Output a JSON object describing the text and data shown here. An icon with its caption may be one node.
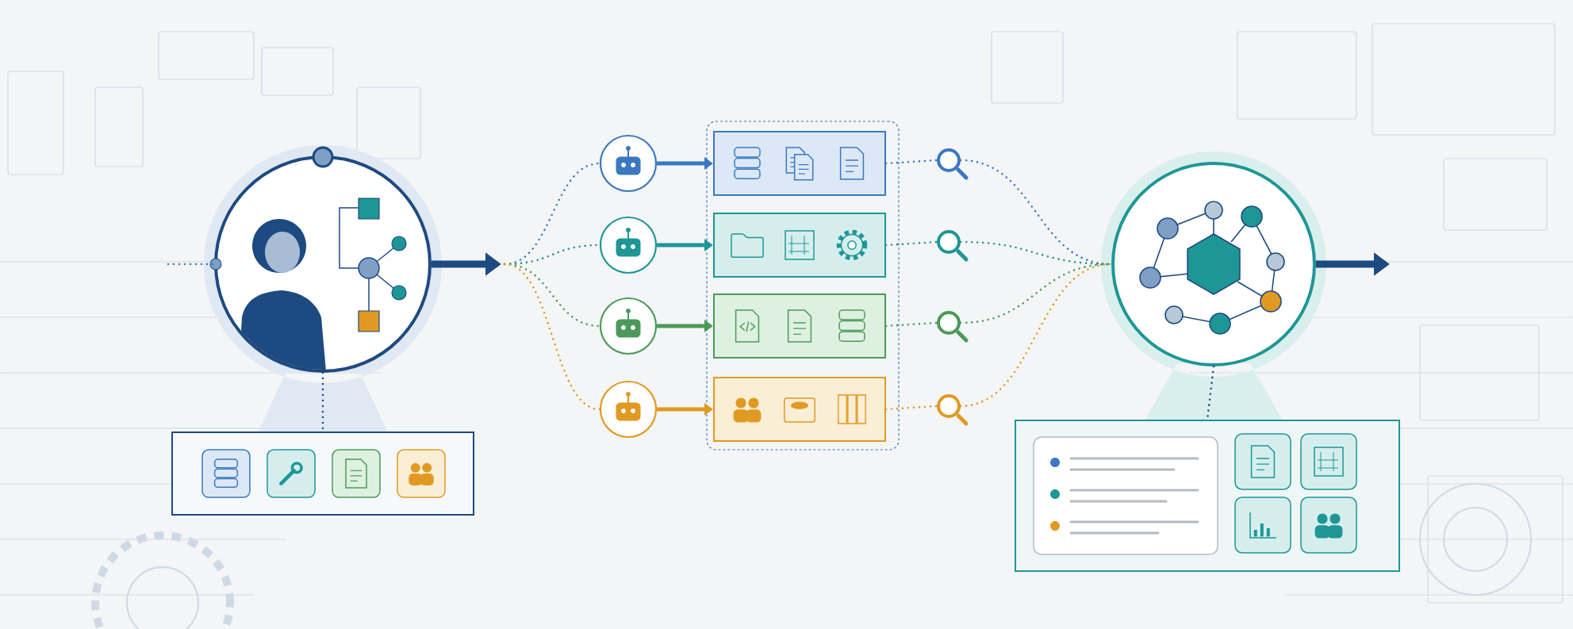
{
  "diagram": {
    "nodes": [
      {
        "text": [],
        "shape": "circle"
      },
      {
        "text": [],
        "shape": "box"
      },
      {
        "text": [],
        "shape": "box",
        "in": 1
      },
      {
        "text": [],
        "shape": "box",
        "in": 1
      },
      {
        "text": [],
        "shape": "box",
        "in": 1
      },
      {
        "text": [],
        "shape": "box",
        "in": 1
      },
      {
        "text": [],
        "shape": "box"
      },
      {
        "text": [],
        "shape": "circle"
      },
      {
        "text": [],
        "shape": "circle"
      },
      {
        "text": [],
        "shape": "circle"
      },
      {
        "text": [],
        "shape": "circle"
      },
      {
        "text": [],
        "shape": "box",
        "in": 6
      },
      {
        "text": [],
        "shape": "box",
        "in": 6
      },
      {
        "text": [],
        "shape": "box",
        "in": 6
      },
      {
        "text": [],
        "shape": "box",
        "in": 6
      },
      {
        "text": [],
        "shape": "circle"
      },
      {
        "text": [],
        "shape": "circle"
      },
      {
        "text": [],
        "shape": "circle"
      },
      {
        "text": [],
        "shape": "circle"
      },
      {
        "text": [],
        "shape": "circle"
      },
      {
        "text": [],
        "shape": "box"
      },
      {
        "text": [],
        "shape": "box",
        "in": 20
      },
      {
        "text": [],
        "shape": "box",
        "in": 20
      },
      {
        "text": [],
        "shape": "box",
        "in": 20
      },
      {
        "text": [],
        "shape": "box",
        "in": 20
      },
      {
        "text": [],
        "shape": "box",
        "in": 20
      }
    ],
    "edges": [
      {
        "from": 0,
        "to": null,
        "arrow": "to",
        "style": "thick",
        "color": "#1d4a80"
      },
      {
        "from": null,
        "to": 7,
        "arrow": "none",
        "style": "dashed",
        "color": "#3a78c2"
      },
      {
        "from": null,
        "to": 8,
        "arrow": "none",
        "style": "dashed",
        "color": "#1e9696"
      },
      {
        "from": null,
        "to": 9,
        "arrow": "none",
        "style": "dashed",
        "color": "#4b9a5b"
      },
      {
        "from": null,
        "to": 10,
        "arrow": "none",
        "style": "dashed",
        "color": "#e09a22"
      },
      {
        "from": 7,
        "to": 11,
        "arrow": "to",
        "color": "#3a78c2"
      },
      {
        "from": 8,
        "to": 12,
        "arrow": "to",
        "color": "#1e9696"
      },
      {
        "from": 9,
        "to": 13,
        "arrow": "to",
        "color": "#4b9a5b"
      },
      {
        "from": 10,
        "to": 14,
        "arrow": "to",
        "color": "#e09a22"
      },
      {
        "from": 11,
        "to": 15,
        "arrow": "none",
        "style": "dashed",
        "color": "#3a78c2"
      },
      {
        "from": 12,
        "to": 16,
        "arrow": "none",
        "style": "dashed",
        "color": "#1e9696"
      },
      {
        "from": 13,
        "to": 17,
        "arrow": "none",
        "style": "dashed",
        "color": "#4b9a5b"
      },
      {
        "from": 14,
        "to": 18,
        "arrow": "none",
        "style": "dashed",
        "color": "#e09a22"
      },
      {
        "from": 15,
        "to": 19,
        "arrow": "none",
        "style": "dashed",
        "color": "#3a78c2"
      },
      {
        "from": 16,
        "to": 19,
        "arrow": "none",
        "style": "dashed",
        "color": "#1e9696"
      },
      {
        "from": 17,
        "to": 19,
        "arrow": "none",
        "style": "dashed",
        "color": "#4b9a5b"
      },
      {
        "from": 18,
        "to": 19,
        "arrow": "none",
        "style": "dashed",
        "color": "#e09a22"
      },
      {
        "from": 19,
        "to": null,
        "arrow": "to",
        "style": "thick",
        "color": "#1d4a80"
      },
      {
        "from": 0,
        "to": 1,
        "arrow": "none",
        "style": "dashed",
        "color": "#1d4a80"
      },
      {
        "from": 19,
        "to": 20,
        "arrow": "none",
        "style": "dashed",
        "color": "#1d4a80"
      },
      {
        "from": null,
        "to": 0,
        "arrow": "none",
        "style": "dashed",
        "color": "#3a78c2"
      }
    ]
  }
}
